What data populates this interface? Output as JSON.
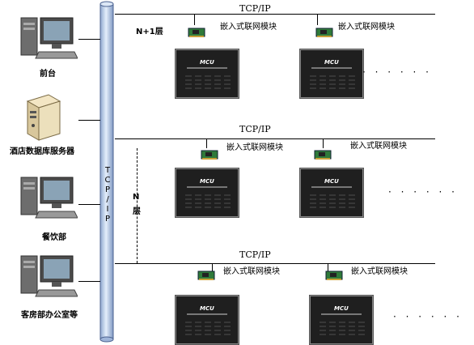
{
  "bus": {
    "label_chars": [
      "T",
      "C",
      "P",
      "/",
      "I",
      "P"
    ]
  },
  "left_nodes": [
    {
      "label": "前台",
      "icon": "computer-icon"
    },
    {
      "label": "酒店数据库服务器",
      "icon": "server-icon"
    },
    {
      "label": "餐饮部",
      "icon": "computer-icon"
    },
    {
      "label": "客房部办公室等",
      "icon": "computer-icon"
    }
  ],
  "layers": [
    {
      "network_label": "TCP/IP",
      "layer_label": "N+1层",
      "module_label_1": "嵌入式联网模块",
      "module_label_2": "嵌入式联网模块",
      "dots": "· · · · · ·"
    },
    {
      "network_label": "TCP/IP",
      "layer_label_1": "N",
      "layer_label_2": "层",
      "module_label_1": "嵌入式联网模块",
      "module_label_2": "嵌入式联网模块",
      "dots": "· · · · · ·"
    },
    {
      "network_label": "TCP/IP",
      "module_label_1": "嵌入式联网模块",
      "module_label_2": "嵌入式联网模块",
      "dots": "· · · · · ·"
    }
  ],
  "mcu_text": "MCU",
  "colors": {
    "bus_fill": "#c8d9ef",
    "bus_edge": "#5a6f99",
    "pcb_green": "#2f7a3a"
  }
}
